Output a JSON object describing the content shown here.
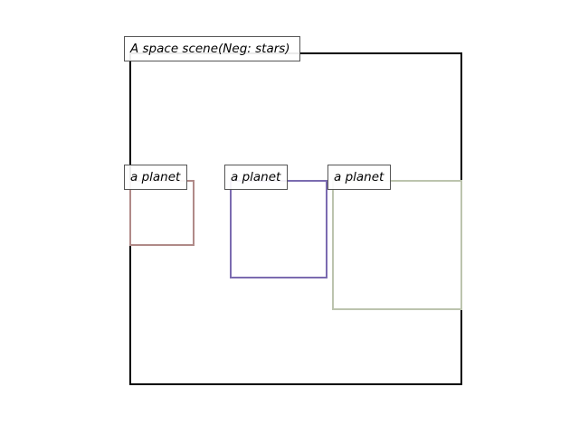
{
  "scene": {
    "label": "A space scene(Neg: stars)",
    "border_color": "#000000"
  },
  "planets": [
    {
      "label": "a planet",
      "border_color": "#b08a88"
    },
    {
      "label": "a planet",
      "border_color": "#7b6bb0"
    },
    {
      "label": "a planet",
      "border_color": "#bcc4ae"
    }
  ]
}
